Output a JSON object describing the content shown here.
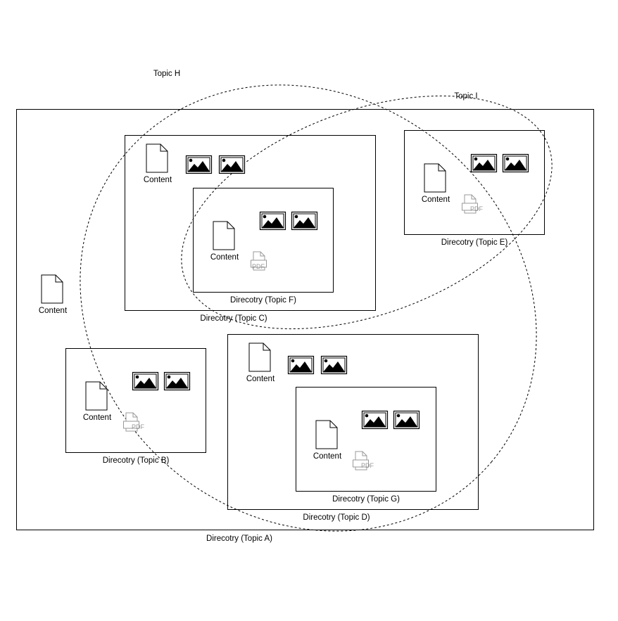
{
  "directories": {
    "a": "Direcotry (Topic A)",
    "b": "Direcotry (Topic B)",
    "c": "Direcotry (Topic C)",
    "d": "Direcotry (Topic D)",
    "e": "Direcotry (Topic E)",
    "f": "Direcotry (Topic F)",
    "g": "Direcotry (Topic G)"
  },
  "topics": {
    "h": "Topic H",
    "i": "Topic I"
  },
  "content_label": "Content",
  "pdf_label": "PDF",
  "colors": {
    "line": "#000000",
    "pdf_icon": "#999999",
    "background": "#ffffff"
  }
}
